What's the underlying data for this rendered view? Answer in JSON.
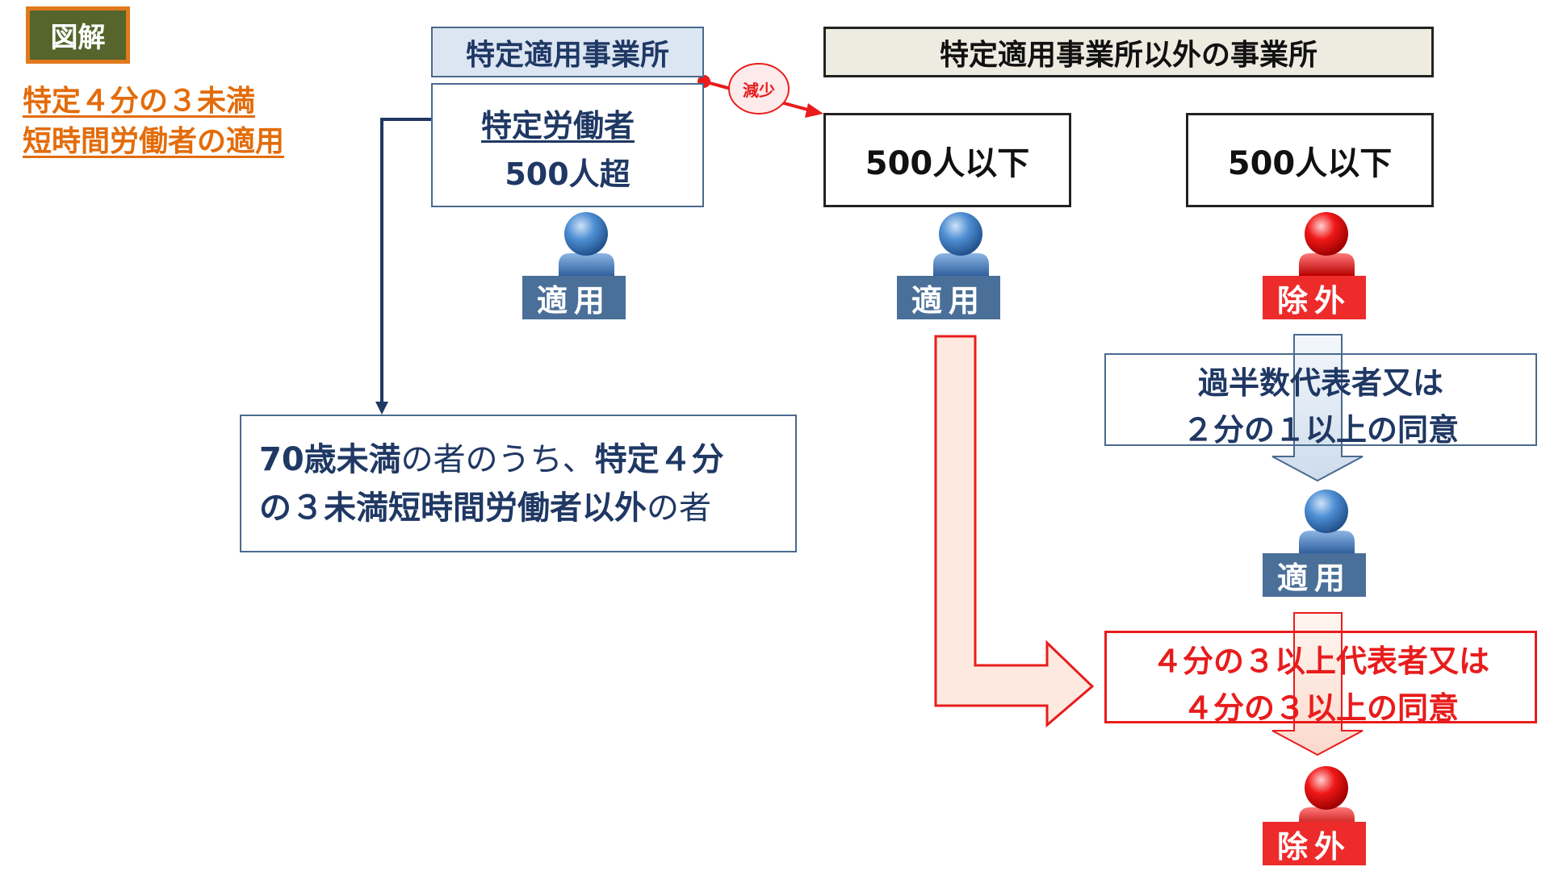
{
  "tag": "図解",
  "title": {
    "line1": "特定４分の３未満",
    "line2": "短時間労働者の適用"
  },
  "headers": {
    "specified": "特定適用事業所",
    "other": "特定適用事業所以外の事業所"
  },
  "specified_box": {
    "line1": "特定労働者",
    "line2": "500人超"
  },
  "small_boxes": {
    "middle": "500人以下",
    "right": "500人以下"
  },
  "decrease_label": "減少",
  "labels": {
    "apply": "適用",
    "exclude": "除外"
  },
  "condition": {
    "p1": "70歳未満",
    "p2": "の者のうち、",
    "p3": "特定４分",
    "p4": "の３未満短時間労働者以外",
    "p5": "の者"
  },
  "majority_box": {
    "line1": "過半数代表者又は",
    "line2": "２分の１以上の同意"
  },
  "threeq_box": {
    "line1": "４分の３以上代表者又は",
    "line2": "４分の３以上の同意"
  },
  "colors": {
    "navy": "#1f3864",
    "apply_blue": "#4a6f99",
    "exclude_red": "#ee2b2b",
    "title_orange": "#e36c0a",
    "tag_green": "#55652b"
  }
}
